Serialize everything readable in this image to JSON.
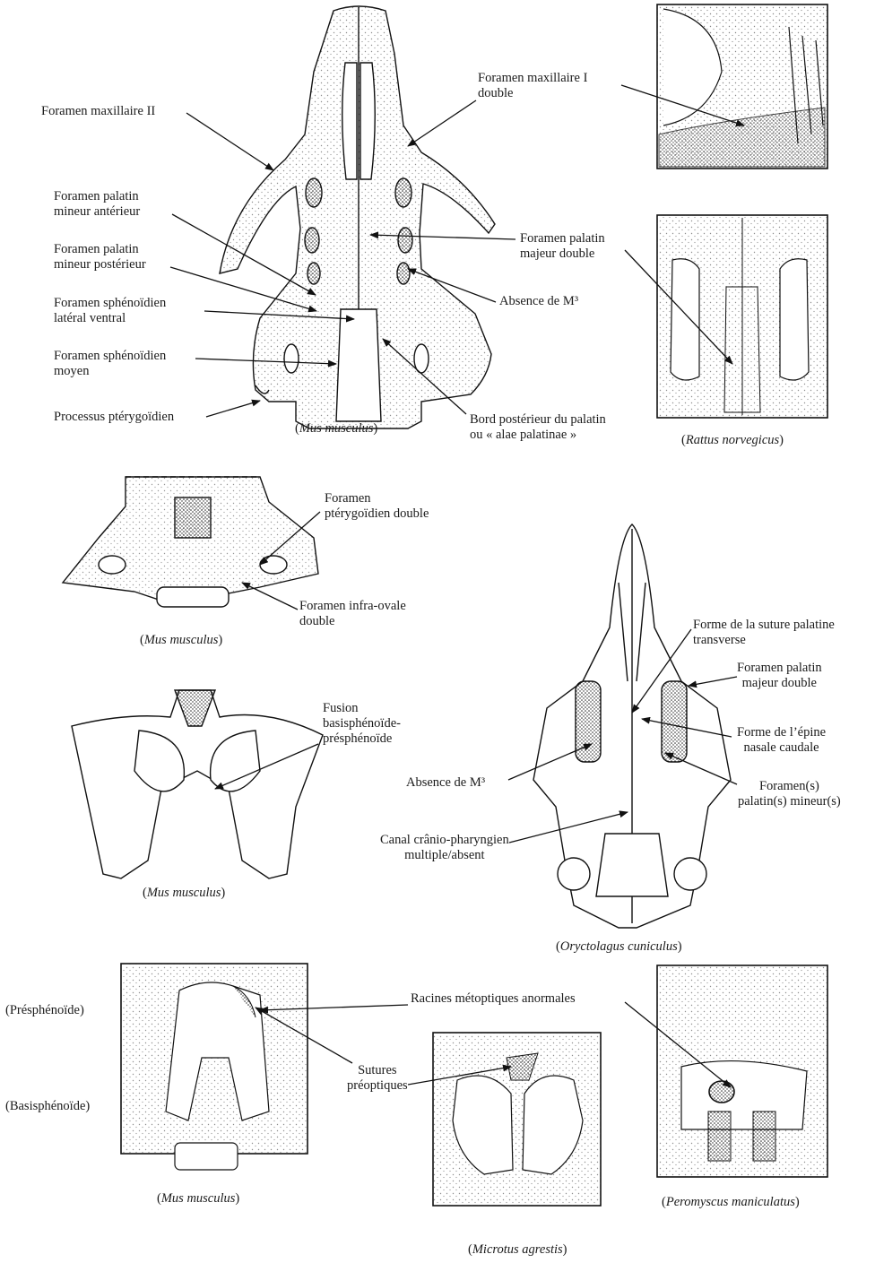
{
  "labels": {
    "maxillaire_ii": "Foramen maxillaire II",
    "maxillaire_i_double": [
      "Foramen maxillaire I",
      "double"
    ],
    "palatin_mineur_anterieur": [
      "Foramen palatin",
      "mineur antérieur"
    ],
    "palatin_mineur_posterieur": [
      "Foramen palatin",
      "mineur postérieur"
    ],
    "sphenoidien_lateral": [
      "Foramen sphénoïdien",
      "latéral ventral"
    ],
    "sphenoidien_moyen": [
      "Foramen sphénoïdien",
      "moyen"
    ],
    "processus_pterygoidien": "Processus ptérygoïdien",
    "palatin_majeur_double": [
      "Foramen palatin",
      "majeur double"
    ],
    "absence_m3_top": "Absence de M³",
    "bord_posterieur": [
      "Bord postérieur du palatin",
      "ou « alae palatinae »"
    ],
    "pterygoidien_double": [
      "Foramen",
      "ptérygoïdien double"
    ],
    "infra_ovale_double": [
      "Foramen infra-ovale",
      "double"
    ],
    "fusion": [
      "Fusion",
      "basisphénoïde-",
      "présphénoïde"
    ],
    "forme_suture": [
      "Forme de la suture palatine",
      "transverse"
    ],
    "rabbit_palatin_majeur": [
      "Foramen palatin",
      "majeur double"
    ],
    "forme_epine": [
      "Forme de l’épine",
      "nasale caudale"
    ],
    "rabbit_absence_m3": "Absence de M³",
    "foramens_palatins_mineurs": [
      "Foramen(s)",
      "palatin(s) mineur(s)"
    ],
    "canal_cranio": [
      "Canal crânio-pharyngien",
      "multiple/absent"
    ],
    "racines_metoptiques": "Racines métoptiques anormales",
    "sutures_preoptiques": [
      "Sutures",
      "préoptiques"
    ],
    "presphenoide": "(Présphénoïde)",
    "basisphenoide": "(Basisphénoïde)"
  },
  "captions": {
    "mus_1": "Mus musculus",
    "rattus": "Rattus norvegicus",
    "mus_2": "Mus musculus",
    "mus_3": "Mus musculus",
    "oryctolagus": "Oryctolagus cuniculus",
    "mus_4": "Mus musculus",
    "microtus": "Microtus agrestis",
    "peromyscus": "Peromyscus maniculatus"
  }
}
